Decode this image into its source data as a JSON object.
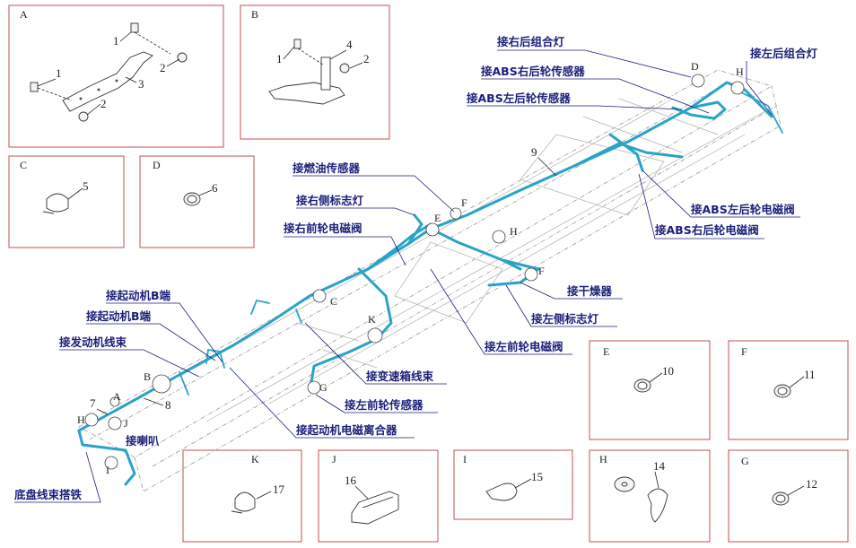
{
  "detail_boxes": {
    "A": {
      "letter": "A",
      "parts": [
        "1",
        "1",
        "2",
        "2",
        "3"
      ]
    },
    "B": {
      "letter": "B",
      "parts": [
        "1",
        "4",
        "2"
      ]
    },
    "C": {
      "letter": "C",
      "parts": [
        "5"
      ]
    },
    "D": {
      "letter": "D",
      "parts": [
        "6"
      ]
    },
    "E": {
      "letter": "E",
      "parts": [
        "10"
      ]
    },
    "F": {
      "letter": "F",
      "parts": [
        "11"
      ]
    },
    "K": {
      "letter": "K",
      "parts": [
        "17"
      ]
    },
    "J": {
      "letter": "J",
      "parts": [
        "16"
      ]
    },
    "I": {
      "letter": "I",
      "parts": [
        "15"
      ]
    },
    "H": {
      "letter": "H",
      "parts": [
        "14"
      ]
    },
    "G": {
      "letter": "G",
      "parts": [
        "12"
      ]
    }
  },
  "callout_letters": [
    "D",
    "H",
    "E",
    "F",
    "H",
    "F",
    "C",
    "K",
    "G",
    "B",
    "A",
    "H",
    "J",
    "I"
  ],
  "harness_number": "9",
  "part_numbers_main": [
    "7",
    "8"
  ],
  "labels": {
    "right_rear_lamp": "接右后组合灯",
    "left_rear_lamp": "接左后组合灯",
    "abs_right_rear_sensor": "接ABS右后轮传感器",
    "abs_left_rear_sensor": "接ABS左后轮传感器",
    "fuel_sensor": "接燃油传感器",
    "right_side_marker": "接右侧标志灯",
    "right_front_valve": "接右前轮电磁阀",
    "abs_left_rear_valve": "接ABS左后轮电磁阀",
    "abs_right_rear_valve": "接ABS右后轮电磁阀",
    "starter_b1": "接起动机B端",
    "starter_b2": "接起动机B端",
    "engine_harness": "接发动机线束",
    "dryer": "接干燥器",
    "left_side_marker": "接左侧标志灯",
    "left_front_valve": "接左前轮电磁阀",
    "gearbox_harness": "接变速箱线束",
    "left_front_sensor": "接左前轮传感器",
    "starter_clutch": "接起动机电磁离合器",
    "horn": "接喇叭",
    "chassis_ground": "底盘线束搭铁"
  },
  "colors": {
    "harness": "#2aa3c6",
    "label": "#1b1f7a",
    "box_border": "#c0504d"
  }
}
